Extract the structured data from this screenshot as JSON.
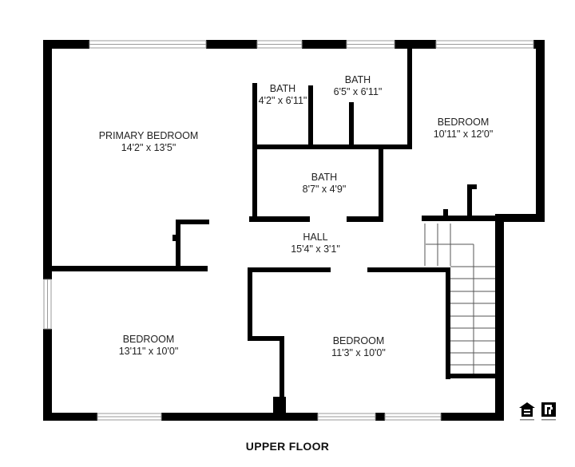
{
  "floor_title": "UPPER FLOOR",
  "rooms": [
    {
      "name": "PRIMARY BEDROOM",
      "dimensions": "14'2\" x 13'5\""
    },
    {
      "name": "BATH",
      "dimensions": "4'2\" x 6'11\""
    },
    {
      "name": "BATH",
      "dimensions": "6'5\" x 6'11\""
    },
    {
      "name": "BEDROOM",
      "dimensions": "10'11\" x 12'0\""
    },
    {
      "name": "BATH",
      "dimensions": "8'7\" x 4'9\""
    },
    {
      "name": "HALL",
      "dimensions": "15'4\" x 3'1\""
    },
    {
      "name": "BEDROOM",
      "dimensions": "13'11\" x 10'0\""
    },
    {
      "name": "BEDROOM",
      "dimensions": "11'3\" x 10'0\""
    }
  ],
  "logos": [
    {
      "icon": "equal-housing-opportunity-icon"
    },
    {
      "icon": "realtor-icon"
    }
  ],
  "colors": {
    "wall": "#000000",
    "window": "#9a9a9a",
    "stair": "#555555",
    "background": "#ffffff",
    "text": "#222222"
  }
}
